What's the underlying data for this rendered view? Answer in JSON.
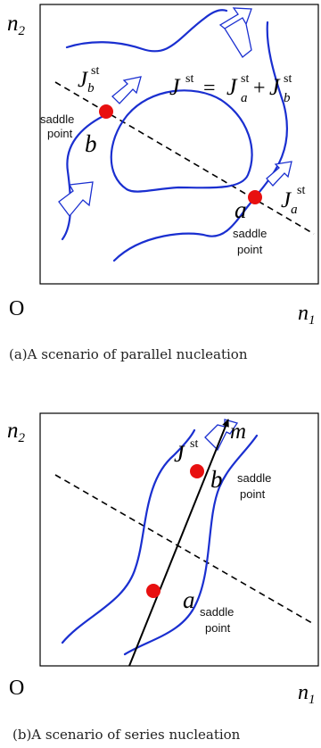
{
  "panel_a": {
    "y_axis_label": "n",
    "y_axis_sub": "2",
    "x_axis_label": "n",
    "x_axis_sub": "1",
    "origin_label": "O",
    "J_b": {
      "base": "J",
      "sub": "b",
      "sup": "st"
    },
    "J_a": {
      "base": "J",
      "sub": "a",
      "sup": "st"
    },
    "equation": {
      "lhs": "J",
      "lhs_sup": "st",
      "eq": " = ",
      "t1": "J",
      "t1_sub": "a",
      "t1_sup": "st",
      "plus": "+",
      "t2": "J",
      "t2_sub": "b",
      "t2_sup": "st"
    },
    "point_b": {
      "letter": "b",
      "label_line1": "saddle",
      "label_line2": "point"
    },
    "point_a": {
      "letter": "a",
      "label_line1": "saddle",
      "label_line2": "point"
    },
    "caption": "(a)A scenario of parallel nucleation"
  },
  "panel_b": {
    "y_axis_label": "n",
    "y_axis_sub": "2",
    "x_axis_label": "n",
    "x_axis_sub": "1",
    "origin_label": "O",
    "m_label": "m",
    "J": {
      "base": "J",
      "sup": "st"
    },
    "point_b": {
      "letter": "b",
      "label_line1": "saddle",
      "label_line2": "point"
    },
    "point_a": {
      "letter": "a",
      "label_line1": "saddle",
      "label_line2": "point"
    },
    "caption": "(b)A scenario of series nucleation"
  },
  "colors": {
    "curve": "#1a2fd0",
    "saddle_point": "#e81010",
    "line": "#000000"
  }
}
